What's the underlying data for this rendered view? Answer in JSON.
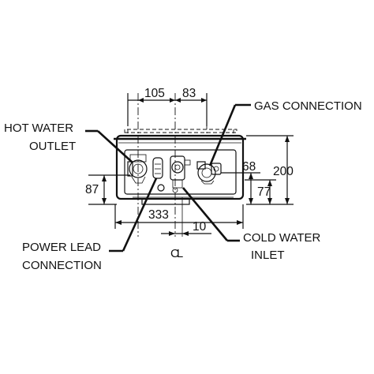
{
  "labels": {
    "gas_connection": "GAS CONNECTION",
    "hot_water_line1": "HOT WATER",
    "hot_water_line2": "OUTLET",
    "power_lead_line1": "POWER LEAD",
    "power_lead_line2": "CONNECTION",
    "cold_water_line1": "COLD WATER",
    "cold_water_line2": "INLET",
    "centerline": "CL"
  },
  "dimensions": {
    "d105": "105",
    "d83": "83",
    "d68": "68",
    "d200": "200",
    "d87": "87",
    "d77": "77",
    "d333": "333",
    "d10": "10"
  }
}
